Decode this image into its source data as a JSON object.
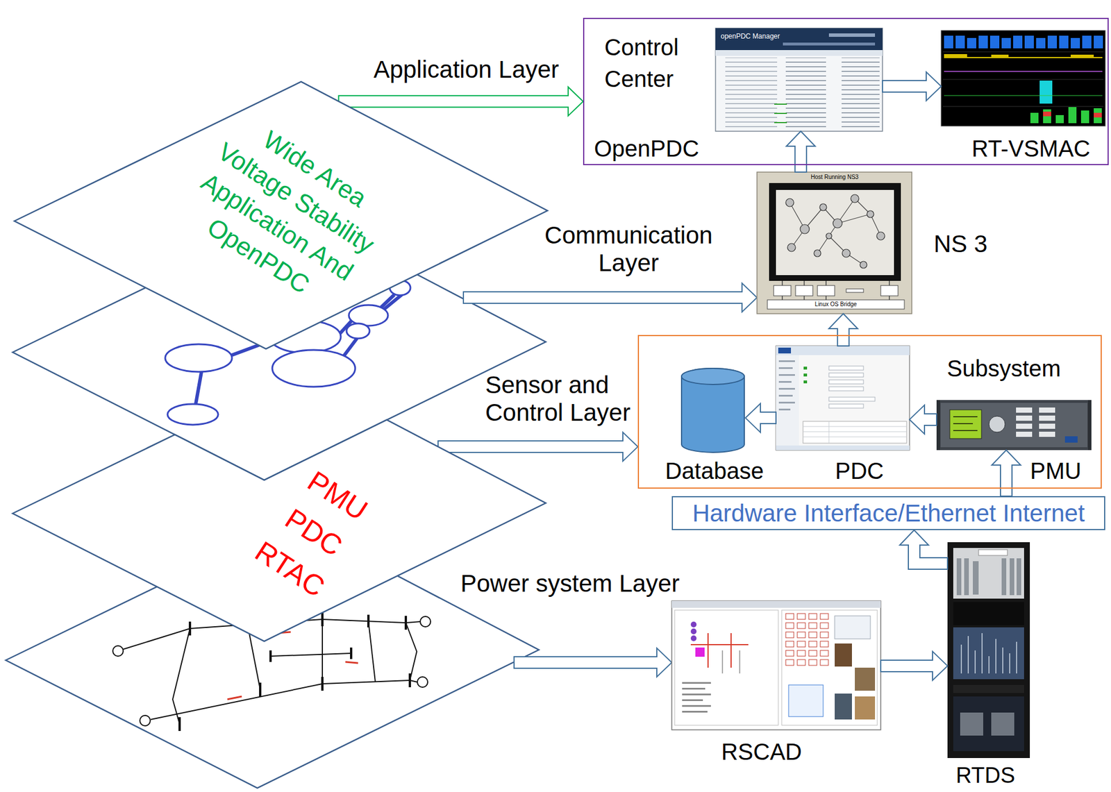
{
  "diagram": {
    "nodes": [
      {
        "text": [
          "Control Center"
        ]
      },
      {
        "text": [
          "OpenPDC"
        ],
        "in": 0
      },
      {
        "text": [
          "RT-VSMAC"
        ],
        "in": 0
      },
      {
        "text": [
          "NS 3"
        ]
      },
      {
        "text": [
          "Subsystem"
        ]
      },
      {
        "text": [
          "Database"
        ],
        "in": 4
      },
      {
        "text": [
          "PDC"
        ],
        "in": 4
      },
      {
        "text": [
          "PMU"
        ],
        "in": 4
      },
      {
        "text": [
          "Hardware Interface/Ethernet Internet"
        ]
      },
      {
        "text": [
          "RSCAD"
        ]
      },
      {
        "text": [
          "RTDS"
        ]
      },
      {
        "text": [
          "Wide Area Voltage Stability Application And OpenPDC"
        ]
      },
      {
        "text": [
          "PMU PDC RTAC"
        ]
      }
    ],
    "edges": [
      {
        "from": 11,
        "to": 0,
        "label": "Application Layer",
        "arrow": "to"
      },
      {
        "from": 1,
        "to": 2,
        "arrow": "to"
      },
      {
        "from": 3,
        "to": 1,
        "arrow": "to"
      },
      {
        "from": 6,
        "to": 3,
        "arrow": "to"
      },
      {
        "from": 7,
        "to": 6,
        "arrow": "to"
      },
      {
        "from": 6,
        "to": 5,
        "arrow": "to"
      },
      {
        "from": 8,
        "to": 7,
        "arrow": "to"
      },
      {
        "from": 10,
        "to": 8,
        "arrow": "to"
      },
      {
        "from": 9,
        "to": 10,
        "arrow": "to"
      },
      {
        "from": 12,
        "to": 4,
        "label": "Sensor and Control Layer",
        "arrow": "to"
      }
    ],
    "labels": [
      "Communication Layer",
      "Power system Layer",
      "openPDC Manager",
      "Host Running NS3",
      "Linux OS Bridge"
    ]
  }
}
